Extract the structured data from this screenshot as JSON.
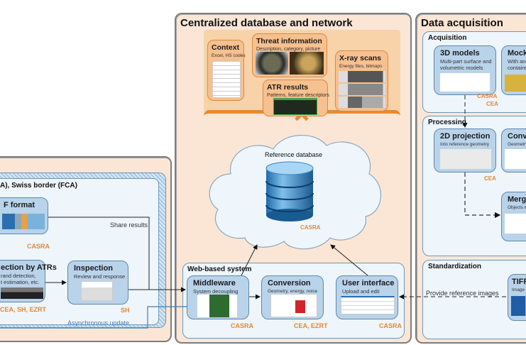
{
  "left_panel": {
    "group_title": "A), Swiss border (FCA)",
    "tiff_card": {
      "title": "F format",
      "org": "CASRA"
    },
    "atr_card": {
      "title": "ection by ATRs",
      "subtitle_lines": [
        "rand detection,",
        "t estimation, etc."
      ],
      "org": "CEA, SH, EZRT"
    },
    "inspection_card": {
      "title": "Inspection",
      "subtitle": "Review and response",
      "org": "SH"
    },
    "share_results_label": "Share results",
    "async_update_label": "Asynchronous update"
  },
  "center_panel": {
    "title": "Centralized database and network",
    "context_card": {
      "title": "Context",
      "subtitle": "Excel, HS codes"
    },
    "threat_card": {
      "title": "Threat information",
      "subtitle": "Description, category, picture"
    },
    "xray_card": {
      "title": "X-ray scans",
      "subtitle": "Energy files, bitmaps"
    },
    "atr_results_card": {
      "title": "ATR results",
      "subtitle": "Patterns, feature descriptors"
    },
    "reference_db": {
      "title": "Reference database",
      "org": "CASRA"
    },
    "web_system": {
      "title": "Web-based system",
      "middleware": {
        "title": "Middleware",
        "subtitle": "System decoupling",
        "org": "CASRA"
      },
      "conversion": {
        "title": "Conversion",
        "subtitle": "Geometry, energy, noise",
        "org": "CEA, EZRT"
      },
      "user_interface": {
        "title": "User interface",
        "subtitle": "Upload and edit",
        "org": "CASRA"
      }
    }
  },
  "right_panel": {
    "title": "Data acquisition",
    "acquisition": {
      "title": "Acquisition",
      "models_3d": {
        "title": "3D models",
        "subtitle_lines": [
          "Multi-part surface and",
          "volumetric models"
        ],
        "orgs": [
          "CASRA",
          "CEA"
        ]
      },
      "mock": {
        "title": "Mock co",
        "subtitle_lines": [
          "With and",
          "containers"
        ]
      }
    },
    "processing": {
      "title": "Processing",
      "projection_2d": {
        "title": "2D projection",
        "subtitle": "Into reference geometry",
        "org": "CEA"
      },
      "conversion": {
        "title": "Conversi",
        "subtitle": "Geometry"
      },
      "merging": {
        "title": "Mergin",
        "subtitle": "Objects in"
      }
    },
    "standardization": {
      "title": "Standardization",
      "tiff": {
        "title": "TIFF form",
        "subtitle": "Image and"
      },
      "provide_label": "Provide reference images"
    }
  }
}
